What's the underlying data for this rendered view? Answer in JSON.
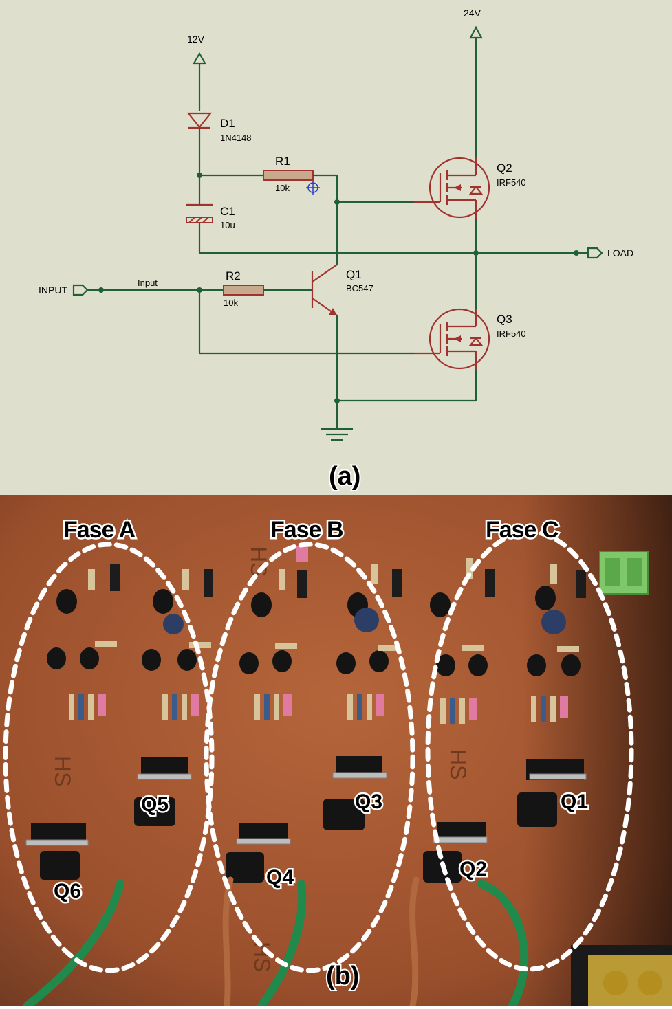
{
  "schematic": {
    "supply_12v": "12V",
    "supply_24v": "24V",
    "d1": {
      "ref": "D1",
      "value": "1N4148"
    },
    "r1": {
      "ref": "R1",
      "value": "10k"
    },
    "c1": {
      "ref": "C1",
      "value": "10u"
    },
    "r2": {
      "ref": "R2",
      "value": "10k"
    },
    "q1": {
      "ref": "Q1",
      "value": "BC547"
    },
    "q2": {
      "ref": "Q2",
      "value": "IRF540"
    },
    "q3": {
      "ref": "Q3",
      "value": "IRF540"
    },
    "input_port": "INPUT",
    "input_net": "Input",
    "load_port": "LOAD",
    "panel_label": "(a)"
  },
  "photo": {
    "panel_label": "(b)",
    "phases": [
      "Fase A",
      "Fase B",
      "Fase C"
    ],
    "transistors": [
      "Q5",
      "Q6",
      "Q3",
      "Q4",
      "Q1",
      "Q2"
    ],
    "silkscreen": "HS",
    "colors": {
      "board": "#a0522d",
      "ellipse": "#ffffff",
      "wire": "#1f8a4c"
    }
  }
}
